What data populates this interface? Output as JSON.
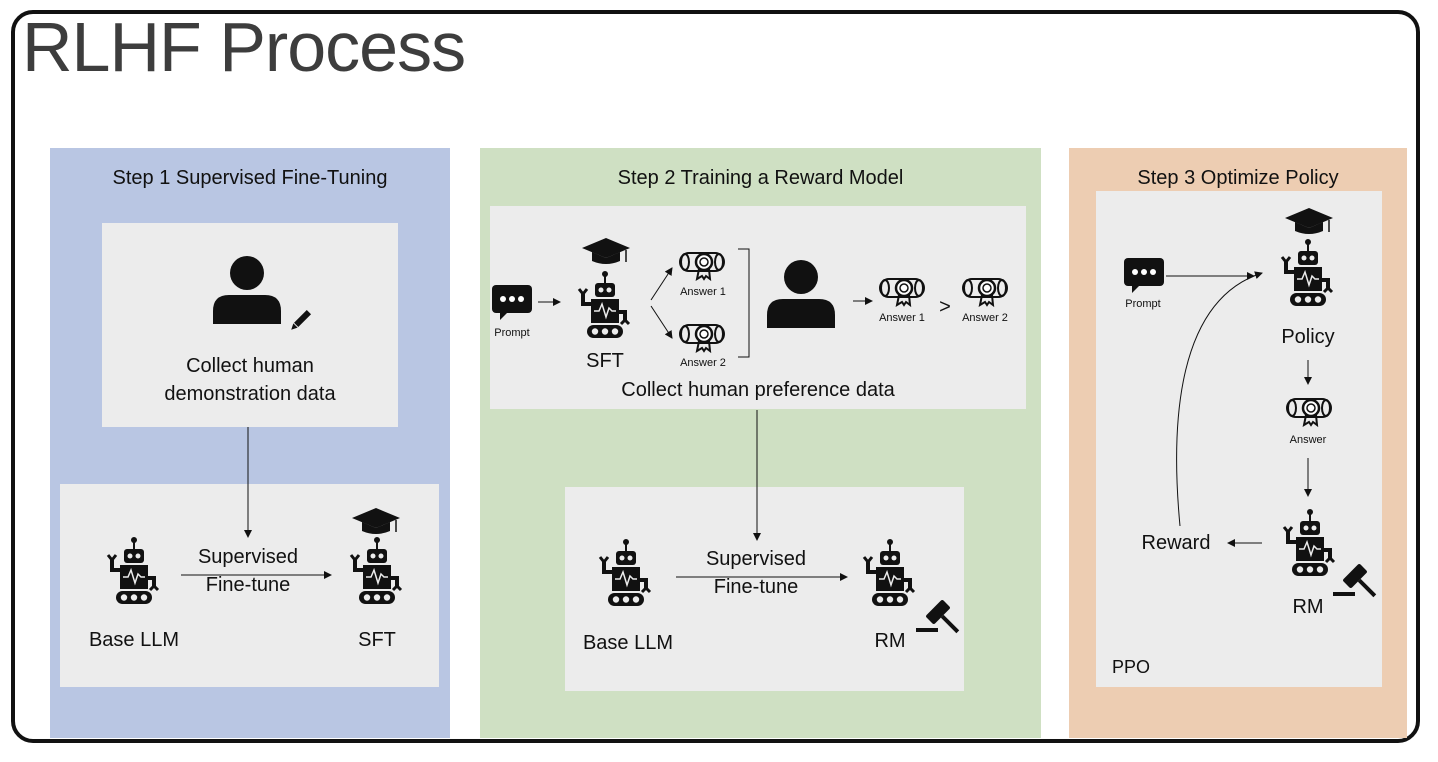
{
  "title": "RLHF Process",
  "colors": {
    "step1_bg": "#b9c6e3",
    "step2_bg": "#cfe0c3",
    "step3_bg": "#edcdb2",
    "box_bg": "#ececec"
  },
  "step1": {
    "title": "Step 1 Supervised Fine-Tuning",
    "collect_label_line1": "Collect human",
    "collect_label_line2": "demonstration data",
    "base_llm": "Base LLM",
    "sft": "SFT",
    "edge_line1": "Supervised",
    "edge_line2": "Fine-tune"
  },
  "step2": {
    "title": "Step 2 Training a Reward Model",
    "prompt": "Prompt",
    "sft": "SFT",
    "answer1": "Answer 1",
    "answer2": "Answer 2",
    "rank_answer1": "Answer 1",
    "rank_answer2": "Answer 2",
    "gt": ">",
    "collect_label": "Collect human preference data",
    "base_llm": "Base LLM",
    "rm": "RM",
    "edge_line1": "Supervised",
    "edge_line2": "Fine-tune"
  },
  "step3": {
    "title": "Step 3 Optimize Policy",
    "prompt": "Prompt",
    "policy": "Policy",
    "answer": "Answer",
    "reward": "Reward",
    "rm": "RM",
    "ppo": "PPO"
  },
  "icons": [
    "person-icon",
    "pencil-icon",
    "robot-icon",
    "graduation-cap-icon",
    "gavel-icon",
    "chat-bubble-icon",
    "diploma-icon"
  ]
}
